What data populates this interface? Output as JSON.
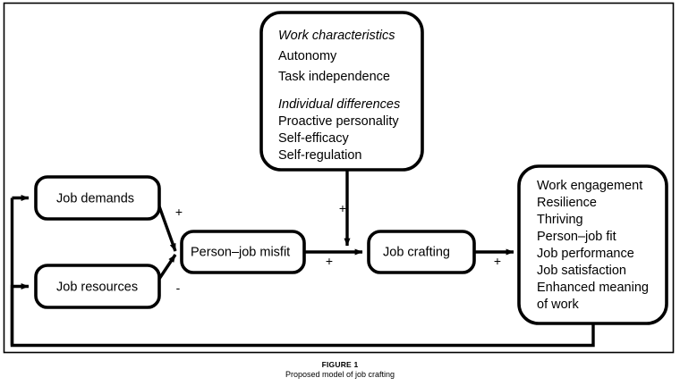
{
  "figure": {
    "caption_title": "FIGURE 1",
    "caption_subtitle": "Proposed model of job crafting"
  },
  "colors": {
    "stroke": "#000000",
    "background": "#ffffff",
    "text": "#000000"
  },
  "nodes": {
    "job_demands": {
      "label": "Job demands"
    },
    "job_resources": {
      "label": "Job resources"
    },
    "person_job_misfit": {
      "label": "Person–job misfit"
    },
    "job_crafting": {
      "label": "Job crafting"
    },
    "moderators": {
      "lines": [
        {
          "text": "Work characteristics",
          "style": "heading"
        },
        {
          "text": "Autonomy",
          "style": "item"
        },
        {
          "text": "Task independence",
          "style": "item"
        },
        {
          "text": "",
          "style": "spacer"
        },
        {
          "text": "Individual differences",
          "style": "heading"
        },
        {
          "text": "Proactive personality",
          "style": "item"
        },
        {
          "text": "Self-efficacy",
          "style": "item"
        },
        {
          "text": "Self-regulation",
          "style": "item"
        }
      ]
    },
    "outcomes": {
      "lines": [
        {
          "text": "Work engagement"
        },
        {
          "text": "Resilience"
        },
        {
          "text": "Thriving"
        },
        {
          "text": "Person–job fit"
        },
        {
          "text": "Job performance"
        },
        {
          "text": "Job satisfaction"
        },
        {
          "text": "Enhanced meaning"
        },
        {
          "text": "of work"
        }
      ]
    }
  },
  "edge_signs": {
    "demands_to_misfit": "+",
    "resources_to_misfit": "-",
    "misfit_to_crafting": "+",
    "moderator_to_path": "+",
    "crafting_to_outcomes": "+"
  }
}
